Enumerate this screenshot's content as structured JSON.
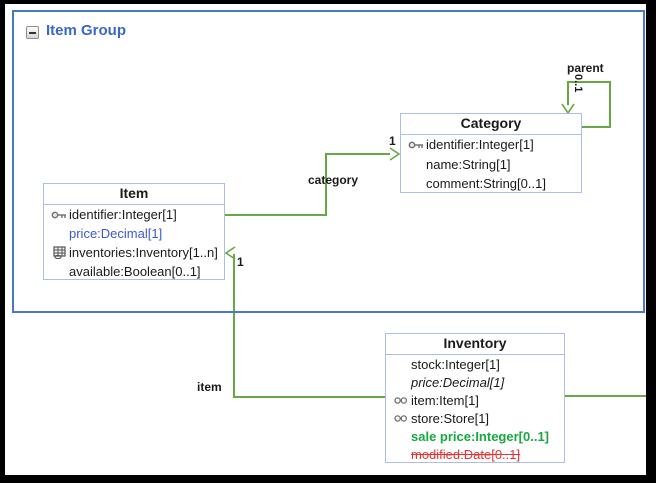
{
  "group": {
    "title": "Item Group",
    "collapse_glyph": "minus"
  },
  "entities": [
    {
      "name": "Item",
      "attributes": [
        {
          "text": "identifier:Integer[1]",
          "icon": "primary-key"
        },
        {
          "text": "price:Decimal[1]",
          "style": "blue"
        },
        {
          "text": "inventories:Inventory[1..n]",
          "icon": "collection-table"
        },
        {
          "text": "available:Boolean[0..1]"
        }
      ]
    },
    {
      "name": "Category",
      "attributes": [
        {
          "text": "identifier:Integer[1]",
          "icon": "primary-key"
        },
        {
          "text": "name:String[1]"
        },
        {
          "text": "comment:String[0..1]"
        }
      ]
    },
    {
      "name": "Inventory",
      "attributes": [
        {
          "text": "stock:Integer[1]"
        },
        {
          "text": "price:Decimal[1]",
          "style": "italic"
        },
        {
          "text": "item:Item[1]",
          "icon": "reference-key"
        },
        {
          "text": "store:Store[1]",
          "icon": "reference-key"
        },
        {
          "text": "sale price:Integer[0..1]",
          "style": "green-bold"
        },
        {
          "text": "modified:Date[0..1]",
          "style": "red-strike"
        }
      ]
    }
  ],
  "connectors": {
    "category": {
      "label": "category",
      "multiplicity": "1",
      "from": "Item",
      "to": "Category"
    },
    "item": {
      "label": "item",
      "multiplicity": "1",
      "from": "Inventory",
      "to": "Item"
    },
    "parent": {
      "label": "parent",
      "multiplicity": "0..1",
      "from": "Category",
      "to": "Category"
    },
    "store": {
      "from": "Inventory",
      "to": "right-edge"
    }
  },
  "colors": {
    "frame": "#000000",
    "canvas": "#ffffff",
    "group_border": "#4a77c9",
    "group_title": "#3a67c6",
    "entity_border": "#a9bfe8",
    "entity_title": "#1a1a1a",
    "connector_green": "#68a843",
    "attr_default": "#1a1a1a",
    "attr_blue": "#3a5ace",
    "attr_green": "#17a83e",
    "attr_red": "#e53333"
  }
}
